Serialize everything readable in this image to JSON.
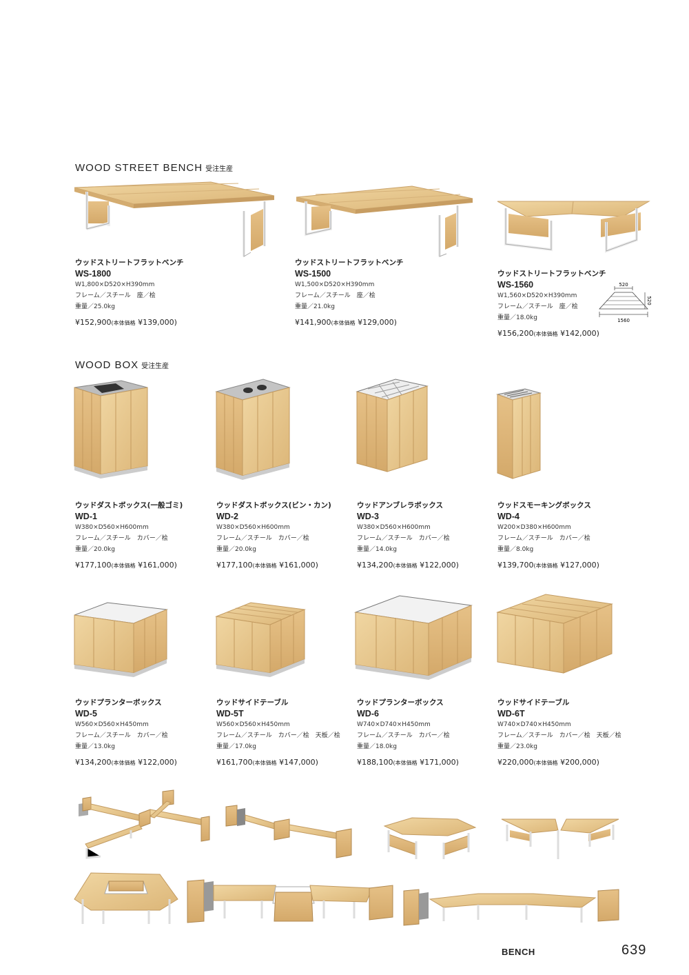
{
  "sections": {
    "bench": {
      "title": "WOOD STREET BENCH",
      "note": "受注生産"
    },
    "box": {
      "title": "WOOD BOX",
      "note": "受注生産"
    }
  },
  "benches": [
    {
      "name": "ウッドストリートフラットベンチ",
      "model": "WS-1800",
      "size": "W1,800×D520×H390mm",
      "material": "フレーム／スチール　座／桧",
      "weight": "重量／25.0kg",
      "price": "¥152,900",
      "base_label": "(本体価格",
      "base_price": "¥139,000)"
    },
    {
      "name": "ウッドストリートフラットベンチ",
      "model": "WS-1500",
      "size": "W1,500×D520×H390mm",
      "material": "フレーム／スチール　座／桧",
      "weight": "重量／21.0kg",
      "price": "¥141,900",
      "base_label": "(本体価格",
      "base_price": "¥129,000)"
    },
    {
      "name": "ウッドストリートフラットベンチ",
      "model": "WS-1560",
      "size": "W1,560×D520×H390mm",
      "material": "フレーム／スチール　座／桧",
      "weight": "重量／18.0kg",
      "price": "¥156,200",
      "base_label": "(本体価格",
      "base_price": "¥142,000)"
    }
  ],
  "dimension_diagram": {
    "top": "520",
    "side": "520",
    "bottom": "1560"
  },
  "boxes_row1": [
    {
      "name": "ウッドダストボックス(一般ゴミ)",
      "model": "WD-1",
      "size": "W380×D560×H600mm",
      "material": "フレーム／スチール　カバー／桧",
      "weight": "重量／20.0kg",
      "price": "¥177,100",
      "base_label": "(本体価格",
      "base_price": "¥161,000)"
    },
    {
      "name": "ウッドダストボックス(ビン・カン)",
      "model": "WD-2",
      "size": "W380×D560×H600mm",
      "material": "フレーム／スチール　カバー／桧",
      "weight": "重量／20.0kg",
      "price": "¥177,100",
      "base_label": "(本体価格",
      "base_price": "¥161,000)"
    },
    {
      "name": "ウッドアンブレラボックス",
      "model": "WD-3",
      "size": "W380×D560×H600mm",
      "material": "フレーム／スチール　カバー／桧",
      "weight": "重量／14.0kg",
      "price": "¥134,200",
      "base_label": "(本体価格",
      "base_price": "¥122,000)"
    },
    {
      "name": "ウッドスモーキングボックス",
      "model": "WD-4",
      "size": "W200×D380×H600mm",
      "material": "フレーム／スチール　カバー／桧",
      "weight": "重量／8.0kg",
      "price": "¥139,700",
      "base_label": "(本体価格",
      "base_price": "¥127,000)"
    }
  ],
  "boxes_row2": [
    {
      "name": "ウッドプランターボックス",
      "model": "WD-5",
      "size": "W560×D560×H450mm",
      "material": "フレーム／スチール　カバー／桧",
      "weight": "重量／13.0kg",
      "price": "¥134,200",
      "base_label": "(本体価格",
      "base_price": "¥122,000)"
    },
    {
      "name": "ウッドサイドテーブル",
      "model": "WD-5T",
      "size": "W560×D560×H450mm",
      "material": "フレーム／スチール　カバー／桧　天板／桧",
      "weight": "重量／17.0kg",
      "price": "¥161,700",
      "base_label": "(本体価格",
      "base_price": "¥147,000)"
    },
    {
      "name": "ウッドプランターボックス",
      "model": "WD-6",
      "size": "W740×D740×H450mm",
      "material": "フレーム／スチール　カバー／桧",
      "weight": "重量／18.0kg",
      "price": "¥188,100",
      "base_label": "(本体価格",
      "base_price": "¥171,000)"
    },
    {
      "name": "ウッドサイドテーブル",
      "model": "WD-6T",
      "size": "W740×D740×H450mm",
      "material": "フレーム／スチール　カバー／桧　天板／桧",
      "weight": "重量／23.0kg",
      "price": "¥220,000",
      "base_label": "(本体価格",
      "base_price": "¥200,000)"
    }
  ],
  "footer": {
    "label": "BENCH",
    "page": "639"
  },
  "colors": {
    "wood": "#e8c990",
    "wood_dark": "#d2a868",
    "frame": "#f4f4f4",
    "frame_line": "#9a9a9a",
    "steel_top": "#b7b7b7"
  }
}
